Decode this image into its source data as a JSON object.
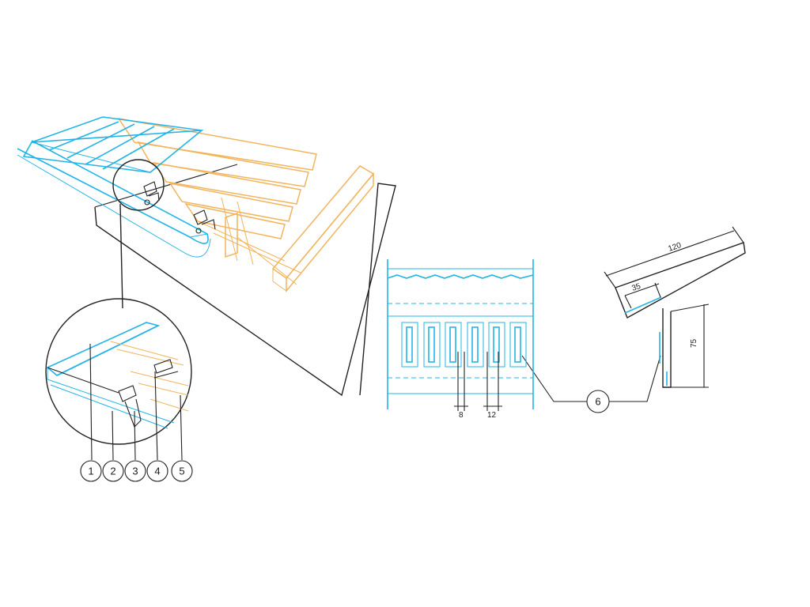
{
  "callouts": {
    "c1": "1",
    "c2": "2",
    "c3": "3",
    "c4": "4",
    "c5": "5",
    "c6": "6"
  },
  "dimensions": {
    "slot_width": "8",
    "slot_pitch": "12",
    "strip_length": "120",
    "tab_length": "35",
    "height": "75"
  },
  "colors": {
    "roof_panel": "#22b4e6",
    "timber": "#f2b45c",
    "outline": "#222222"
  }
}
